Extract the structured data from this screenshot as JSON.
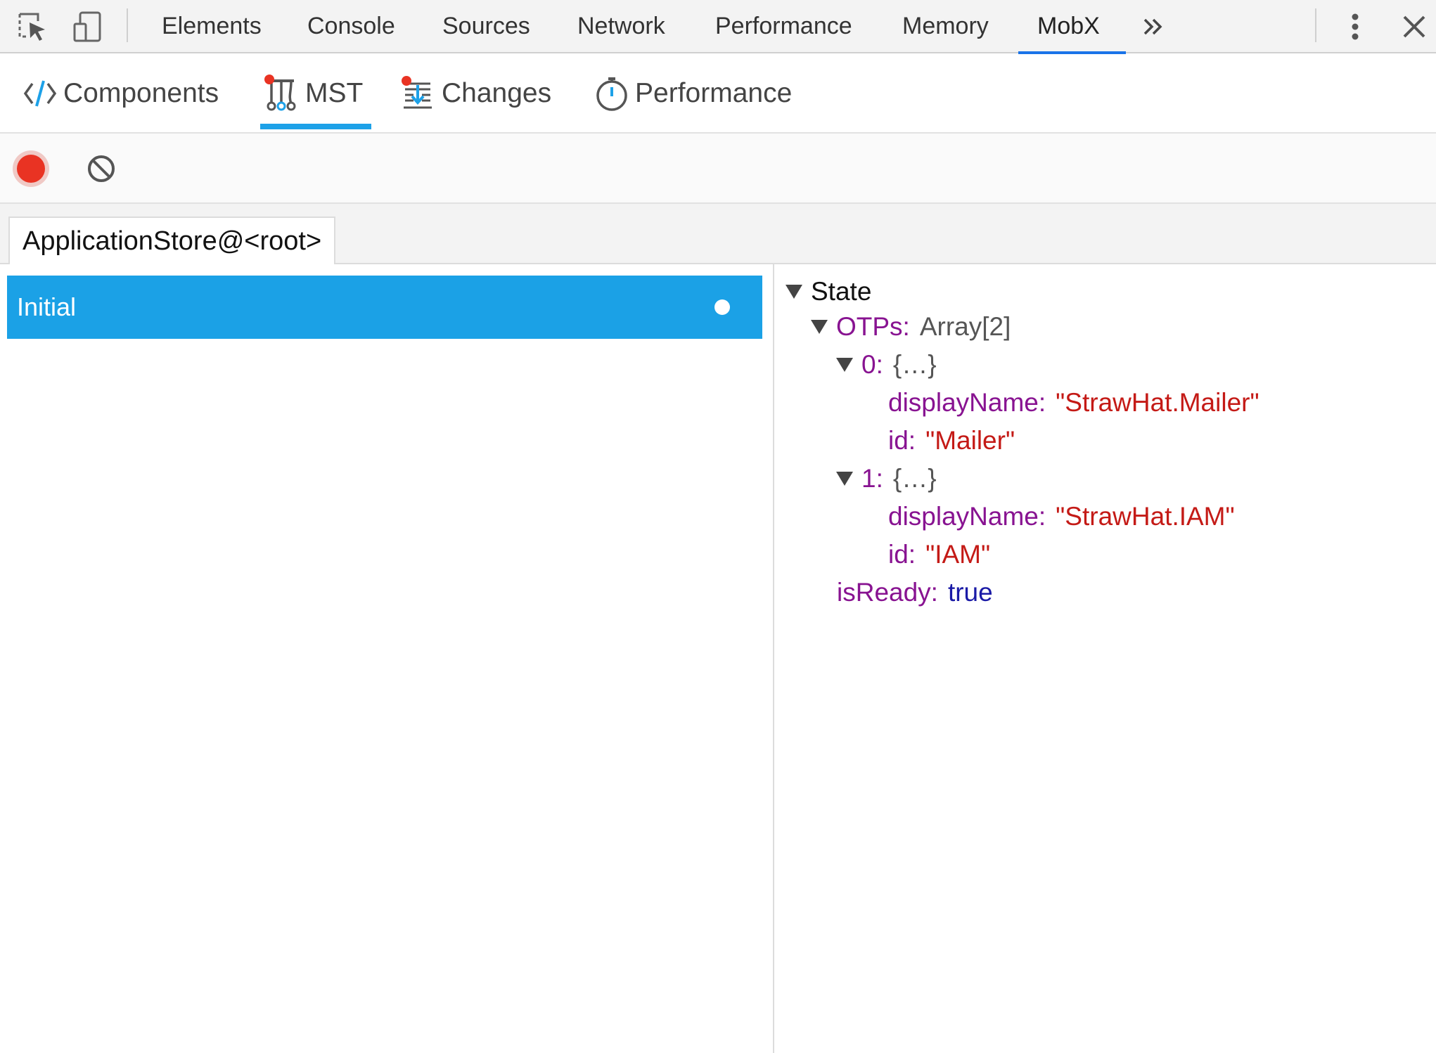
{
  "devtools": {
    "tabs": [
      "Elements",
      "Console",
      "Sources",
      "Network",
      "Performance",
      "Memory",
      "MobX"
    ],
    "active_tab": "MobX",
    "icons": [
      "inspect-element-icon",
      "device-toolbar-icon",
      "more-tabs-chevron-icon",
      "kebab-menu-icon",
      "close-icon"
    ]
  },
  "mobx": {
    "tabs": [
      {
        "label": "Components",
        "icon": "code-brackets-icon"
      },
      {
        "label": "MST",
        "icon": "mst-tree-icon"
      },
      {
        "label": "Changes",
        "icon": "changes-download-icon"
      },
      {
        "label": "Performance",
        "icon": "stopwatch-icon"
      }
    ],
    "active_tab": "MST"
  },
  "toolbar": {
    "record_icon": "record-icon",
    "clear_icon": "clear-icon"
  },
  "store": {
    "tab_label": "ApplicationStore@<root>"
  },
  "snapshots": [
    {
      "label": "Initial",
      "current": true
    }
  ],
  "colors": {
    "accent": "#1ba1e6",
    "devtools_tab_underline": "#1a73e8",
    "record": "#e93323",
    "key": "#881391",
    "string": "#c41a16",
    "boolean": "#1a1aa6"
  },
  "tree": {
    "root": "State",
    "otps_key": "OTPs:",
    "otps_preview": "Array[2]",
    "item0_key": "0:",
    "item0_preview": "{…}",
    "item0_display_key": "displayName:",
    "item0_display_value": "\"StrawHat.Mailer\"",
    "item0_id_key": "id:",
    "item0_id_value": "\"Mailer\"",
    "item1_key": "1:",
    "item1_preview": "{…}",
    "item1_display_key": "displayName:",
    "item1_display_value": "\"StrawHat.IAM\"",
    "item1_id_key": "id:",
    "item1_id_value": "\"IAM\"",
    "isready_key": "isReady:",
    "isready_value": "true"
  }
}
